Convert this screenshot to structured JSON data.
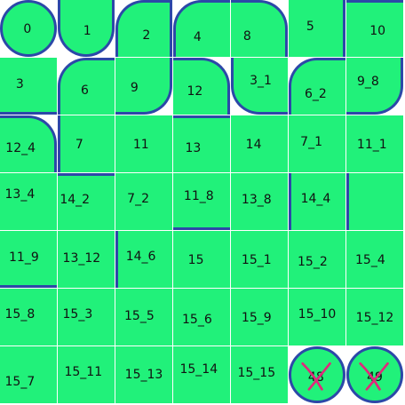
{
  "board": {
    "tiles": [
      {
        "id": "0",
        "label": "0"
      },
      {
        "id": "1",
        "label": "1"
      },
      {
        "id": "2",
        "label": "2"
      },
      {
        "id": "4",
        "label": "4"
      },
      {
        "id": "8",
        "label": "8"
      },
      {
        "id": "5",
        "label": "5"
      },
      {
        "id": "10",
        "label": "10"
      },
      {
        "id": "3",
        "label": "3"
      },
      {
        "id": "6",
        "label": "6"
      },
      {
        "id": "9",
        "label": "9"
      },
      {
        "id": "12",
        "label": "12"
      },
      {
        "id": "3_1",
        "label": "3_1"
      },
      {
        "id": "6_2",
        "label": "6_2"
      },
      {
        "id": "9_8",
        "label": "9_8"
      },
      {
        "id": "12_4",
        "label": "12_4"
      },
      {
        "id": "7",
        "label": "7"
      },
      {
        "id": "11",
        "label": "11"
      },
      {
        "id": "13",
        "label": "13"
      },
      {
        "id": "14",
        "label": "14"
      },
      {
        "id": "7_1",
        "label": "7_1"
      },
      {
        "id": "11_1",
        "label": "11_1"
      },
      {
        "id": "13_4",
        "label": "13_4"
      },
      {
        "id": "14_2",
        "label": "14_2"
      },
      {
        "id": "7_2",
        "label": "7_2"
      },
      {
        "id": "11_8",
        "label": "11_8"
      },
      {
        "id": "13_8",
        "label": "13_8"
      },
      {
        "id": "14_4",
        "label": "14_4"
      },
      {
        "id": "blank",
        "label": ""
      },
      {
        "id": "11_9",
        "label": "11_9"
      },
      {
        "id": "13_12",
        "label": "13_12"
      },
      {
        "id": "14_6",
        "label": "14_6"
      },
      {
        "id": "15",
        "label": "15"
      },
      {
        "id": "15_1",
        "label": "15_1"
      },
      {
        "id": "15_2",
        "label": "15_2"
      },
      {
        "id": "15_4",
        "label": "15_4"
      },
      {
        "id": "15_8",
        "label": "15_8"
      },
      {
        "id": "15_3",
        "label": "15_3"
      },
      {
        "id": "15_5",
        "label": "15_5"
      },
      {
        "id": "15_6",
        "label": "15_6"
      },
      {
        "id": "15_9",
        "label": "15_9"
      },
      {
        "id": "15_10",
        "label": "15_10"
      },
      {
        "id": "15_12",
        "label": "15_12"
      },
      {
        "id": "15_7",
        "label": "15_7"
      },
      {
        "id": "15_11",
        "label": "15_11"
      },
      {
        "id": "15_13",
        "label": "15_13"
      },
      {
        "id": "15_14",
        "label": "15_14"
      },
      {
        "id": "15_15",
        "label": "15_15"
      },
      {
        "id": "48",
        "label": "48",
        "crossed": true
      },
      {
        "id": "49",
        "label": "49",
        "crossed": true
      }
    ]
  },
  "colors": {
    "tile": "#21f17a",
    "border": "#2c48a8",
    "cross": "#e0297c",
    "background": "#ffffff"
  }
}
